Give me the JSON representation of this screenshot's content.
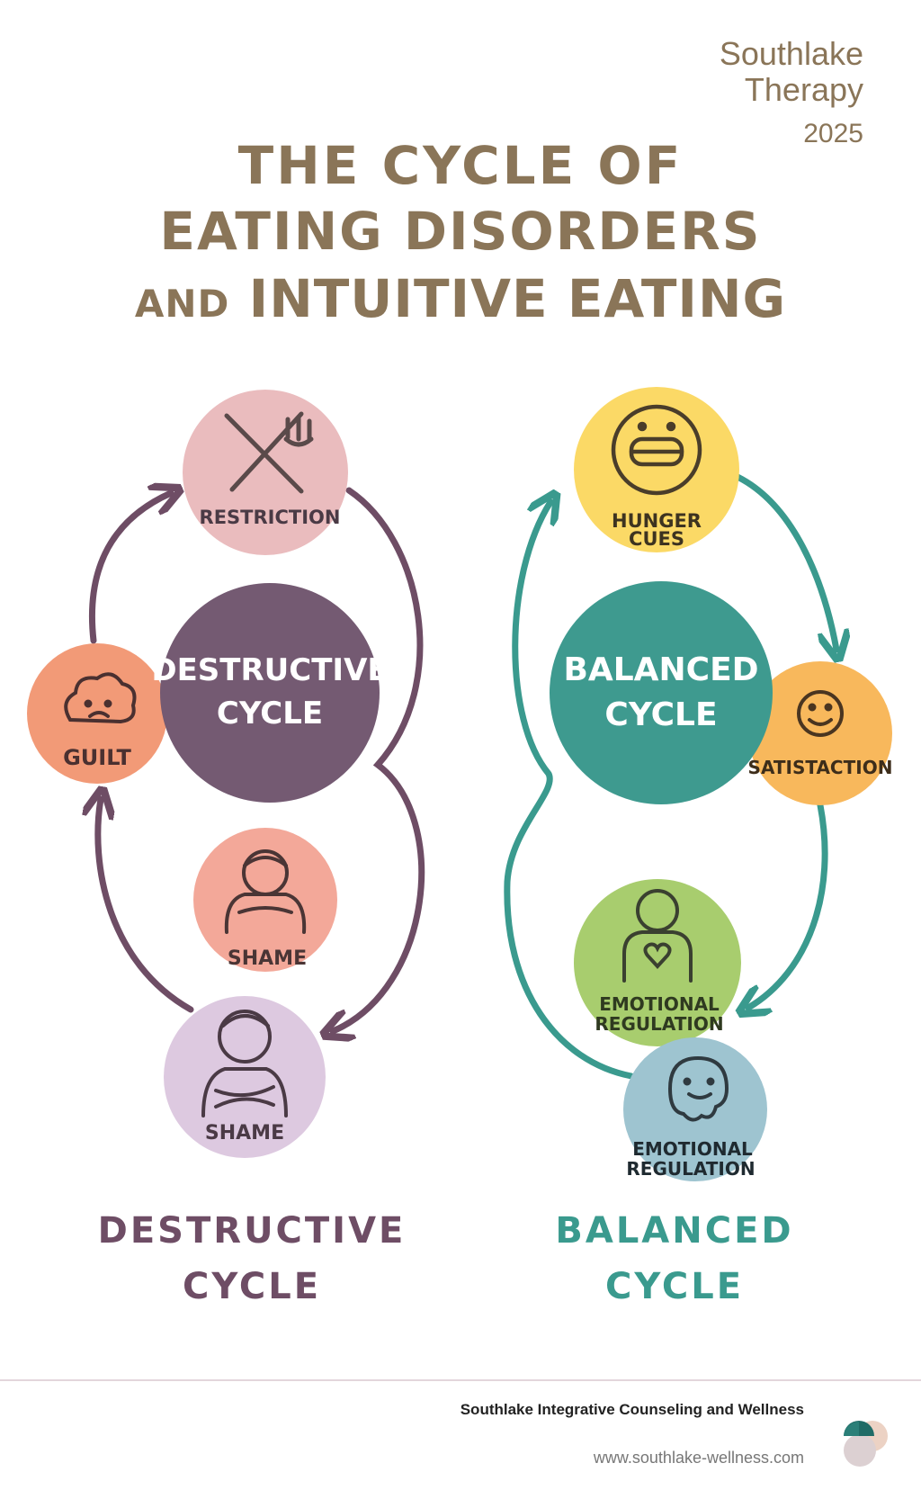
{
  "brand": {
    "line1": "Southlake",
    "line2": "Therapy",
    "year": "2025"
  },
  "title": {
    "line1": "THE CYCLE OF",
    "line2": "EATING DISORDERS",
    "line3_small": "AND",
    "line3": "INTUITIVE EATING"
  },
  "destructive": {
    "center_line1": "DESTRUCTIVE",
    "center_line2": "CYCLE",
    "nodes": [
      {
        "label": "RESTRICTION",
        "icon": "no-fork-knife-icon",
        "color": "#eabcbe"
      },
      {
        "label": "GUILT",
        "icon": "sad-cloud-icon",
        "color": "#f29a77"
      },
      {
        "label": "SHAME",
        "icon": "ashamed-person-icon",
        "color": "#f3a899"
      },
      {
        "label": "SHAME",
        "icon": "hugging-person-icon",
        "color": "#ddc9e0"
      }
    ],
    "center_color": "#745a72",
    "arrow_color": "#6e4d65",
    "caption_line1": "DESTRUCTIVE",
    "caption_line2": "CYCLE"
  },
  "balanced": {
    "center_line1": "BALANCED",
    "center_line2": "CYCLE",
    "nodes": [
      {
        "label_line1": "HUNGER",
        "label_line2": "CUES",
        "icon": "smiling-face-icon",
        "color": "#fbd966"
      },
      {
        "label_line1": "SATISTACTION",
        "icon": "happy-face-icon",
        "color": "#f8b85c"
      },
      {
        "label_line1": "EMOTIONAL",
        "label_line2": "REGULATION",
        "icon": "person-heart-icon",
        "color": "#a8cd6e"
      },
      {
        "label_line1": "EMOTIONAL",
        "label_line2": "REGULATION",
        "icon": "melting-face-icon",
        "color": "#9ec4d0"
      }
    ],
    "center_color": "#3e9a8f",
    "arrow_color": "#3a9a8e",
    "caption_line1": "BALANCED",
    "caption_line2": "CYCLE"
  },
  "footer": {
    "name": "Southlake Integrative Counseling and Wellness",
    "url": "www.southlake-wellness.com"
  }
}
